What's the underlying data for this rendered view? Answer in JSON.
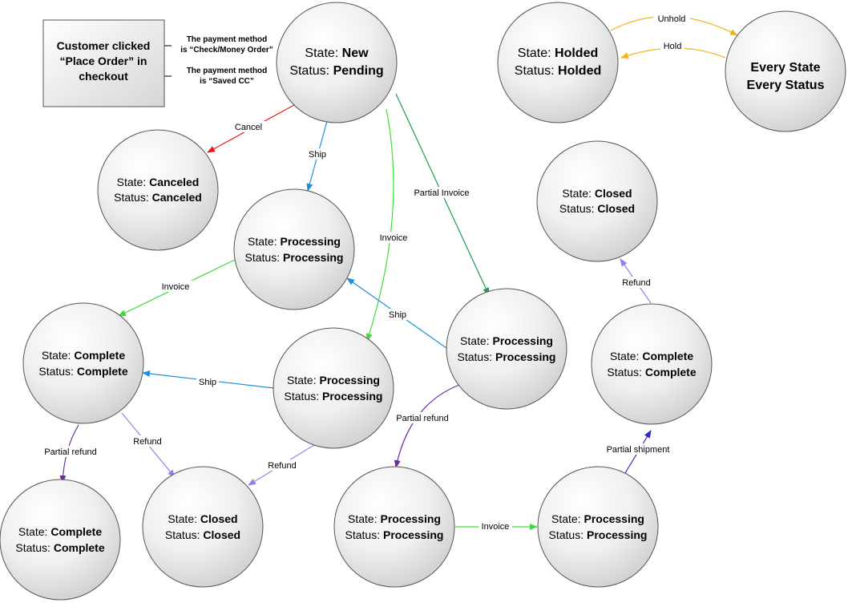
{
  "start": {
    "lines": [
      "Customer clicked",
      "“Place Order” in",
      "checkout"
    ]
  },
  "start_edges": {
    "check": [
      "The payment method",
      "is “Check/Money Order”"
    ],
    "saved": [
      "The payment method",
      "is “Saved CC”"
    ]
  },
  "states": {
    "new": {
      "state_label": "State: ",
      "state": "New",
      "status_label": "Status: ",
      "status": "Pending"
    },
    "holded": {
      "state_label": "State: ",
      "state": "Holded",
      "status_label": "Status: ",
      "status": "Holded"
    },
    "every": {
      "line1": "Every State",
      "line2": "Every Status"
    },
    "canceled": {
      "state_label": "State: ",
      "state": "Canceled",
      "status_label": "Status: ",
      "status": "Canceled"
    },
    "closed_top": {
      "state_label": "State: ",
      "state": "Closed",
      "status_label": "Status: ",
      "status": "Closed"
    },
    "processing_a": {
      "state_label": "State: ",
      "state": "Processing",
      "status_label": "Status: ",
      "status": "Processing"
    },
    "processing_b": {
      "state_label": "State: ",
      "state": "Processing",
      "status_label": "Status: ",
      "status": "Processing"
    },
    "processing_c": {
      "state_label": "State: ",
      "state": "Processing",
      "status_label": "Status: ",
      "status": "Processing"
    },
    "processing_d": {
      "state_label": "State: ",
      "state": "Processing",
      "status_label": "Status: ",
      "status": "Processing"
    },
    "processing_e": {
      "state_label": "State: ",
      "state": "Processing",
      "status_label": "Status: ",
      "status": "Processing"
    },
    "complete_left": {
      "state_label": "State: ",
      "state": "Complete",
      "status_label": "Status: ",
      "status": "Complete"
    },
    "complete_right": {
      "state_label": "State: ",
      "state": "Complete",
      "status_label": "Status: ",
      "status": "Complete"
    },
    "complete_bottom": {
      "state_label": "State: ",
      "state": "Complete",
      "status_label": "Status: ",
      "status": "Complete"
    },
    "closed_bottom": {
      "state_label": "State: ",
      "state": "Closed",
      "status_label": "Status: ",
      "status": "Closed"
    }
  },
  "edges": {
    "unhold": "Unhold",
    "hold": "Hold",
    "cancel": "Cancel",
    "ship_new": "Ship",
    "invoice_new": "Invoice",
    "partial_invoice": "Partial Invoice",
    "invoice_a": "Invoice",
    "ship_c": "Ship",
    "ship_b": "Ship",
    "partial_refund_c": "Partial refund",
    "refund_right": "Refund",
    "partial_shipment": "Partial shipment",
    "invoice_d": "Invoice",
    "partial_refund_left": "Partial refund",
    "refund_left": "Refund",
    "refund_b": "Refund"
  },
  "colors": {
    "red": "#e8191b",
    "blue": "#1e90d8",
    "light_green": "#3ddc3d",
    "dark_green": "#1f9e4a",
    "purple_dark": "#6a2d9c",
    "purple_light": "#9a7ee6",
    "orange": "#f0b519",
    "navy": "#2b2bbf"
  }
}
